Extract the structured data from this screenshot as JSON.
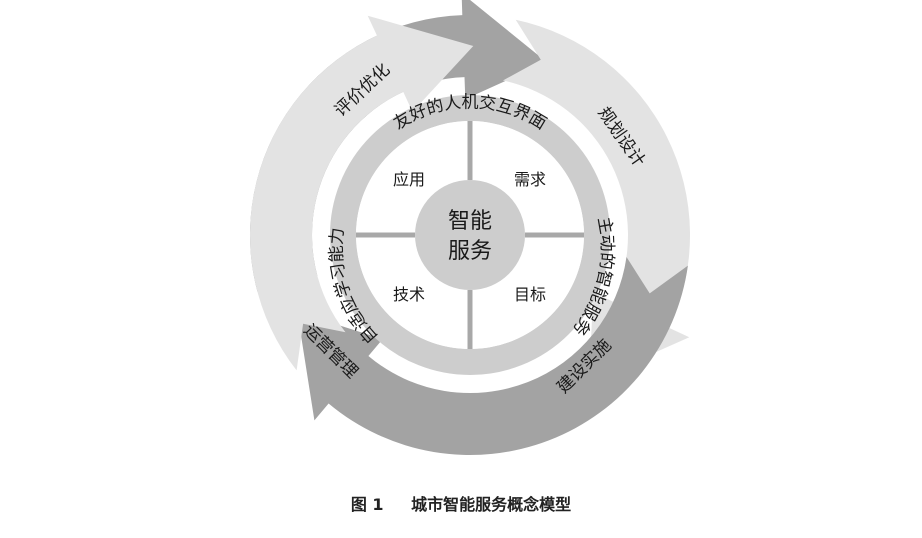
{
  "outer_cycle": [
    {
      "label": "评价优化",
      "color": "#a3a3a3"
    },
    {
      "label": "规划设计",
      "color": "#e3e3e3"
    },
    {
      "label": "建设实施",
      "color": "#a3a3a3"
    },
    {
      "label": "运营管理",
      "color": "#e3e3e3"
    }
  ],
  "ring": {
    "top": "友好的人机交互界面",
    "right": "主动的智能服务",
    "left": "自适应学习能力",
    "color": "#cdcdcd"
  },
  "quadrants": {
    "top_left": "应用",
    "top_right": "需求",
    "bottom_left": "技术",
    "bottom_right": "目标"
  },
  "center": {
    "line1": "智能",
    "line2": "服务",
    "color": "#cdcdcd"
  },
  "caption": {
    "figure_number": "图 1",
    "title": "城市智能服务概念模型"
  }
}
